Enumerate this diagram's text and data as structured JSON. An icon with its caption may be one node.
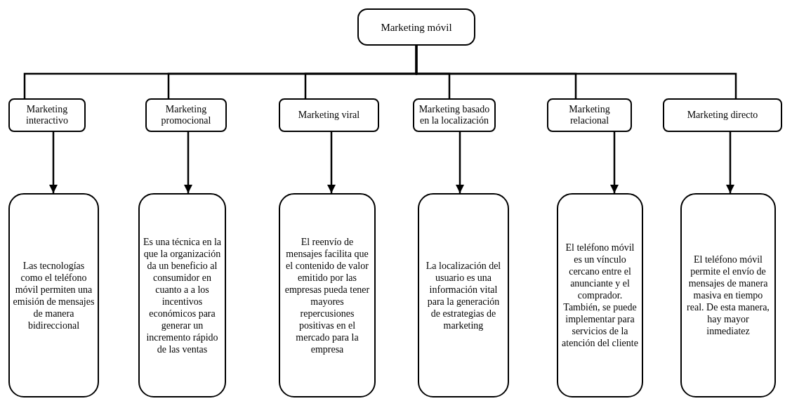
{
  "diagram": {
    "nodes": [
      {
        "text": [
          "Marketing móvil"
        ]
      },
      {
        "text": [
          "Marketing interactivo"
        ]
      },
      {
        "text": [
          "Marketing promocional"
        ]
      },
      {
        "text": [
          "Marketing viral"
        ]
      },
      {
        "text": [
          "Marketing basado en la localización"
        ]
      },
      {
        "text": [
          "Marketing relacional"
        ]
      },
      {
        "text": [
          "Marketing directo"
        ]
      },
      {
        "text": [
          "Las tecnologías como el teléfono móvil permiten una emisión de mensajes de manera bidireccional"
        ]
      },
      {
        "text": [
          "Es una técnica en la que la organización da un beneficio al consumidor en cuanto a a los incentivos económicos para generar un incremento rápido de las ventas"
        ]
      },
      {
        "text": [
          "El reenvío de mensajes facilita que el contenido de valor emitido por las empresas pueda tener mayores repercusiones positivas en el mercado para la empresa"
        ]
      },
      {
        "text": [
          "La localización del usuario es una información vital para la generación de estrategias de marketing"
        ]
      },
      {
        "text": [
          "El teléfono móvil es un vínculo cercano entre el anunciante y el comprador. También, se puede implementar para servicios de la atención del cliente"
        ]
      },
      {
        "text": [
          "El teléfono móvil permite el envío de mensajes de manera masiva en tiempo real. De esta manera, hay mayor inmediatez"
        ]
      }
    ],
    "edges": [
      {
        "from": 0,
        "to": 1,
        "arrow": "none"
      },
      {
        "from": 0,
        "to": 2,
        "arrow": "none"
      },
      {
        "from": 0,
        "to": 3,
        "arrow": "none"
      },
      {
        "from": 0,
        "to": 4,
        "arrow": "none"
      },
      {
        "from": 0,
        "to": 5,
        "arrow": "none"
      },
      {
        "from": 0,
        "to": 6,
        "arrow": "none"
      },
      {
        "from": 1,
        "to": 7,
        "arrow": "to"
      },
      {
        "from": 2,
        "to": 8,
        "arrow": "to"
      },
      {
        "from": 3,
        "to": 9,
        "arrow": "to"
      },
      {
        "from": 4,
        "to": 10,
        "arrow": "to"
      },
      {
        "from": 5,
        "to": 11,
        "arrow": "to"
      },
      {
        "from": 6,
        "to": 12,
        "arrow": "to"
      }
    ]
  }
}
